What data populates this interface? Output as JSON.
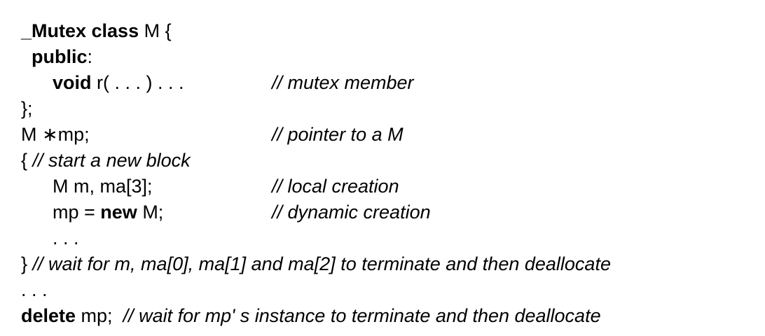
{
  "page": {
    "background_color": "#ffffff",
    "text_color": "#000000"
  },
  "code": {
    "language": "uC++",
    "lines": [
      {
        "segments": [
          {
            "t": "_Mutex class",
            "b": true
          },
          {
            "t": " M {"
          }
        ]
      },
      {
        "segments": [
          {
            "t": "  "
          },
          {
            "t": "public",
            "b": true
          },
          {
            "t": ":"
          }
        ]
      },
      {
        "segments": [
          {
            "t": "      "
          },
          {
            "t": "void",
            "b": true
          },
          {
            "t": " r( . . . ) . . ."
          }
        ],
        "comment": "// mutex member"
      },
      {
        "segments": [
          {
            "t": "};"
          }
        ]
      },
      {
        "segments": [
          {
            "t": "M ∗mp;"
          }
        ],
        "comment": "// pointer to a M"
      },
      {
        "segments": [
          {
            "t": "{ "
          }
        ],
        "comment_inline": "// start a new block"
      },
      {
        "segments": [
          {
            "t": "      M m, ma[3];"
          }
        ],
        "comment": "// local creation"
      },
      {
        "segments": [
          {
            "t": "      mp = "
          },
          {
            "t": "new",
            "b": true
          },
          {
            "t": " M;"
          }
        ],
        "comment": "// dynamic creation"
      },
      {
        "segments": [
          {
            "t": "      . . ."
          }
        ]
      },
      {
        "segments": [
          {
            "t": "} "
          }
        ],
        "comment_inline": "// wait for m, ma[0], ma[1] and ma[2] to terminate and then deallocate"
      },
      {
        "segments": [
          {
            "t": ". . ."
          }
        ]
      },
      {
        "segments": [
          {
            "t": "delete",
            "b": true
          },
          {
            "t": " mp;  "
          }
        ],
        "comment_inline": "// wait for mp' s instance to terminate and then deallocate"
      }
    ]
  }
}
